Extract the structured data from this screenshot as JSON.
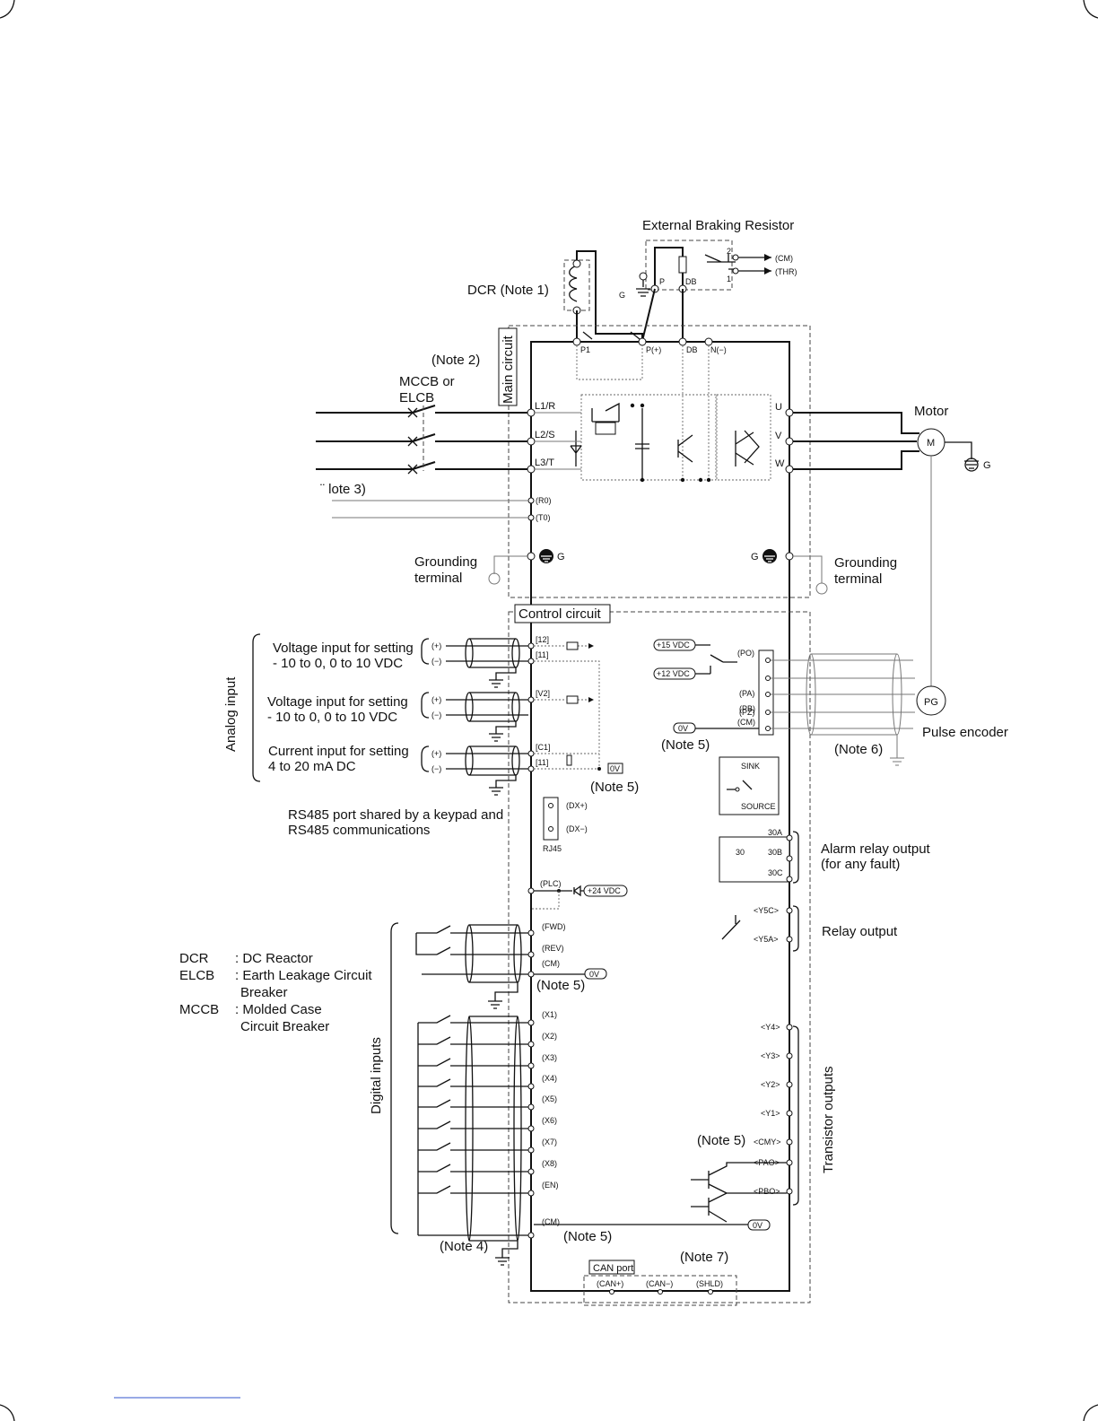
{
  "external_braking_resistor": {
    "title": "External Braking Resistor",
    "pin_2": "2",
    "pin_1": "1",
    "cm": "(CM)",
    "thr": "(THR)",
    "p": "P",
    "db": "DB",
    "g": "G"
  },
  "dcr_note": "DCR (Note 1)",
  "main_circuit": {
    "title": "Main circuit",
    "dc_terminals": [
      "P1",
      "P(+)",
      "DB",
      "N(−)"
    ],
    "input_terminals": [
      "L1/R",
      "L2/S",
      "L3/T"
    ],
    "output_terminals": [
      "U",
      "V",
      "W"
    ],
    "aux_terminals": [
      "(R0)",
      "(T0)"
    ],
    "ground_g_left": "G",
    "ground_g_right": "G"
  },
  "breaker": {
    "note": "(Note 2)",
    "label_line1": "MCCB or",
    "label_line2": "ELCB",
    "note3": "¨ lote 3)"
  },
  "grounding_left": {
    "line1": "Grounding",
    "line2": "terminal"
  },
  "grounding_right": {
    "line1": "Grounding",
    "line2": "terminal"
  },
  "motor": {
    "title": "Motor",
    "symbol": "M",
    "ground": "G"
  },
  "control_circuit": {
    "title": "Control circuit"
  },
  "analog_input": {
    "group_label": "Analog input",
    "v1_line1": "Voltage input for setting",
    "v1_line2": "- 10 to 0, 0 to 10 VDC",
    "v2_line1": "Voltage input for setting",
    "v2_line2": "- 10 to 0, 0 to 10 VDC",
    "c1_line1": "Current input for setting",
    "c1_line2": "4 to 20 mA DC",
    "plus": "(+)",
    "minus": "(−)",
    "terminals": [
      "[12]",
      "[11]",
      "[V2]",
      "[C1]",
      "[11]"
    ],
    "ov": "0V",
    "note5": "(Note 5)"
  },
  "rs485": {
    "line1": "RS485 port shared by a keypad and",
    "line2": "RS485 communications",
    "dxp": "(DX+)",
    "dxm": "(DX−)",
    "rj45": "RJ45"
  },
  "pulse_encoder": {
    "p15": "+15 VDC",
    "p12": "+12 VDC",
    "terminals": [
      "(PO)",
      "(PA)",
      "(PB)",
      "(PZ)",
      "(CM)"
    ],
    "ov": "0V",
    "note5": "(Note 5)",
    "note6": "(Note 6)",
    "symbol": "PG",
    "label": "Pulse encoder"
  },
  "sink_source": {
    "sink": "SINK",
    "source": "SOURCE"
  },
  "alarm_relay": {
    "relay": "30",
    "terminals": [
      "30A",
      "30B",
      "30C"
    ],
    "line1": "Alarm relay output",
    "line2": "(for any fault)"
  },
  "plc": {
    "terminal": "(PLC)",
    "supply": "+24 VDC"
  },
  "relay_output": {
    "terminals": [
      "<Y5C>",
      "<Y5A>"
    ],
    "label": "Relay output"
  },
  "legend": [
    {
      "abbr": "DCR",
      "desc1": ": DC Reactor",
      "desc2": ""
    },
    {
      "abbr": "ELCB",
      "desc1": ": Earth Leakage Circuit",
      "desc2": "Breaker"
    },
    {
      "abbr": "MCCB",
      "desc1": ": Molded Case",
      "desc2": "Circuit Breaker"
    }
  ],
  "digital_inputs": {
    "group_label": "Digital inputs",
    "top_terminals": [
      "(FWD)",
      "(REV)",
      "(CM)"
    ],
    "terminals": [
      "(X1)",
      "(X2)",
      "(X3)",
      "(X4)",
      "(X5)",
      "(X6)",
      "(X7)",
      "(X8)",
      "(EN)"
    ],
    "cm_bottom": "(CM)",
    "ov": "0V",
    "note5_top": "(Note 5)",
    "note5_bottom": "(Note 5)",
    "note4": "(Note 4)"
  },
  "transistor_outputs": {
    "group_label": "Transistor outputs",
    "terminals": [
      "<Y4>",
      "<Y3>",
      "<Y2>",
      "<Y1>",
      "<CMY>",
      "<PAO>",
      "<PBO>"
    ],
    "note5": "(Note 5)",
    "ov": "0V"
  },
  "can_port": {
    "title": "CAN port",
    "terminals": [
      "(CAN+)",
      "(CAN−)",
      "(SHLD)"
    ],
    "note7": "(Note 7)"
  }
}
